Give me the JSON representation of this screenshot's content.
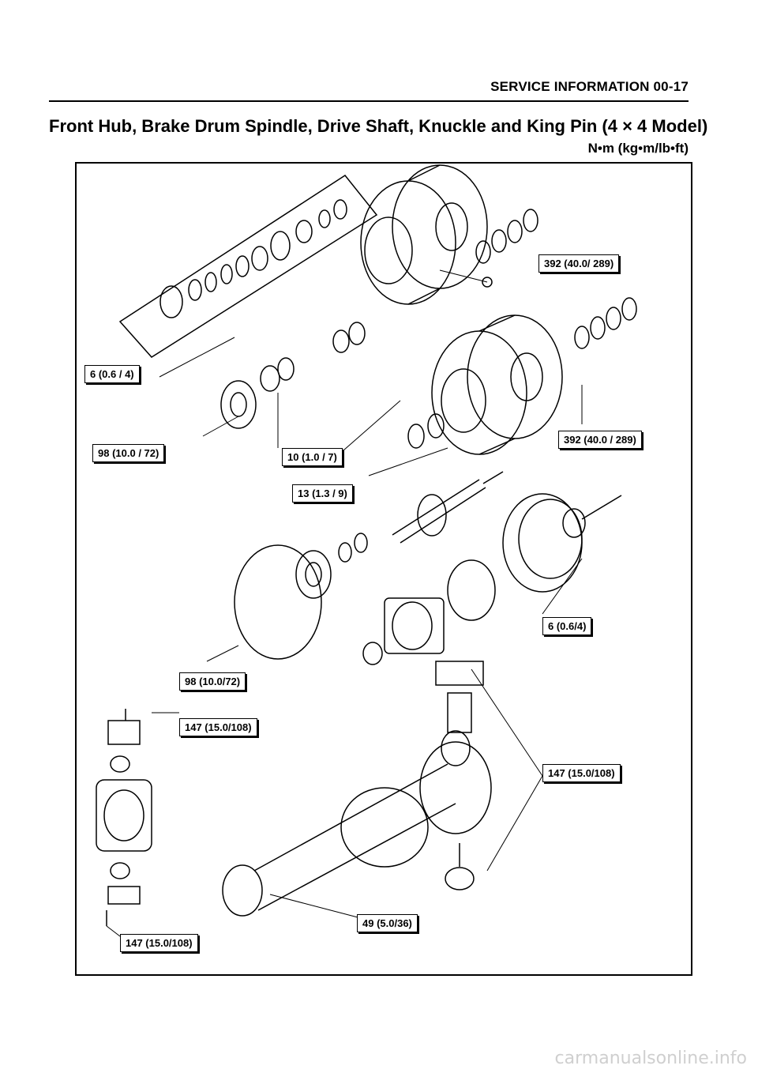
{
  "header": {
    "section": "SERVICE INFORMATION 00-17"
  },
  "title": "Front Hub, Brake Drum Spindle, Drive Shaft, Knuckle and King Pin (4 × 4 Model)",
  "units": "N•m (kg•m/lb•ft)",
  "torque_labels": [
    "392 (40.0/ 289)",
    "6 (0.6 / 4)",
    "392 (40.0 / 289)",
    "98 (10.0 / 72)",
    "10 (1.0 / 7)",
    "13 (1.3 / 9)",
    "6 (0.6/4)",
    "98 (10.0/72)",
    "147 (15.0/108)",
    "147 (15.0/108)",
    "49 (5.0/36)",
    "147 (15.0/108)"
  ],
  "watermark": "carmanualsonline.info"
}
